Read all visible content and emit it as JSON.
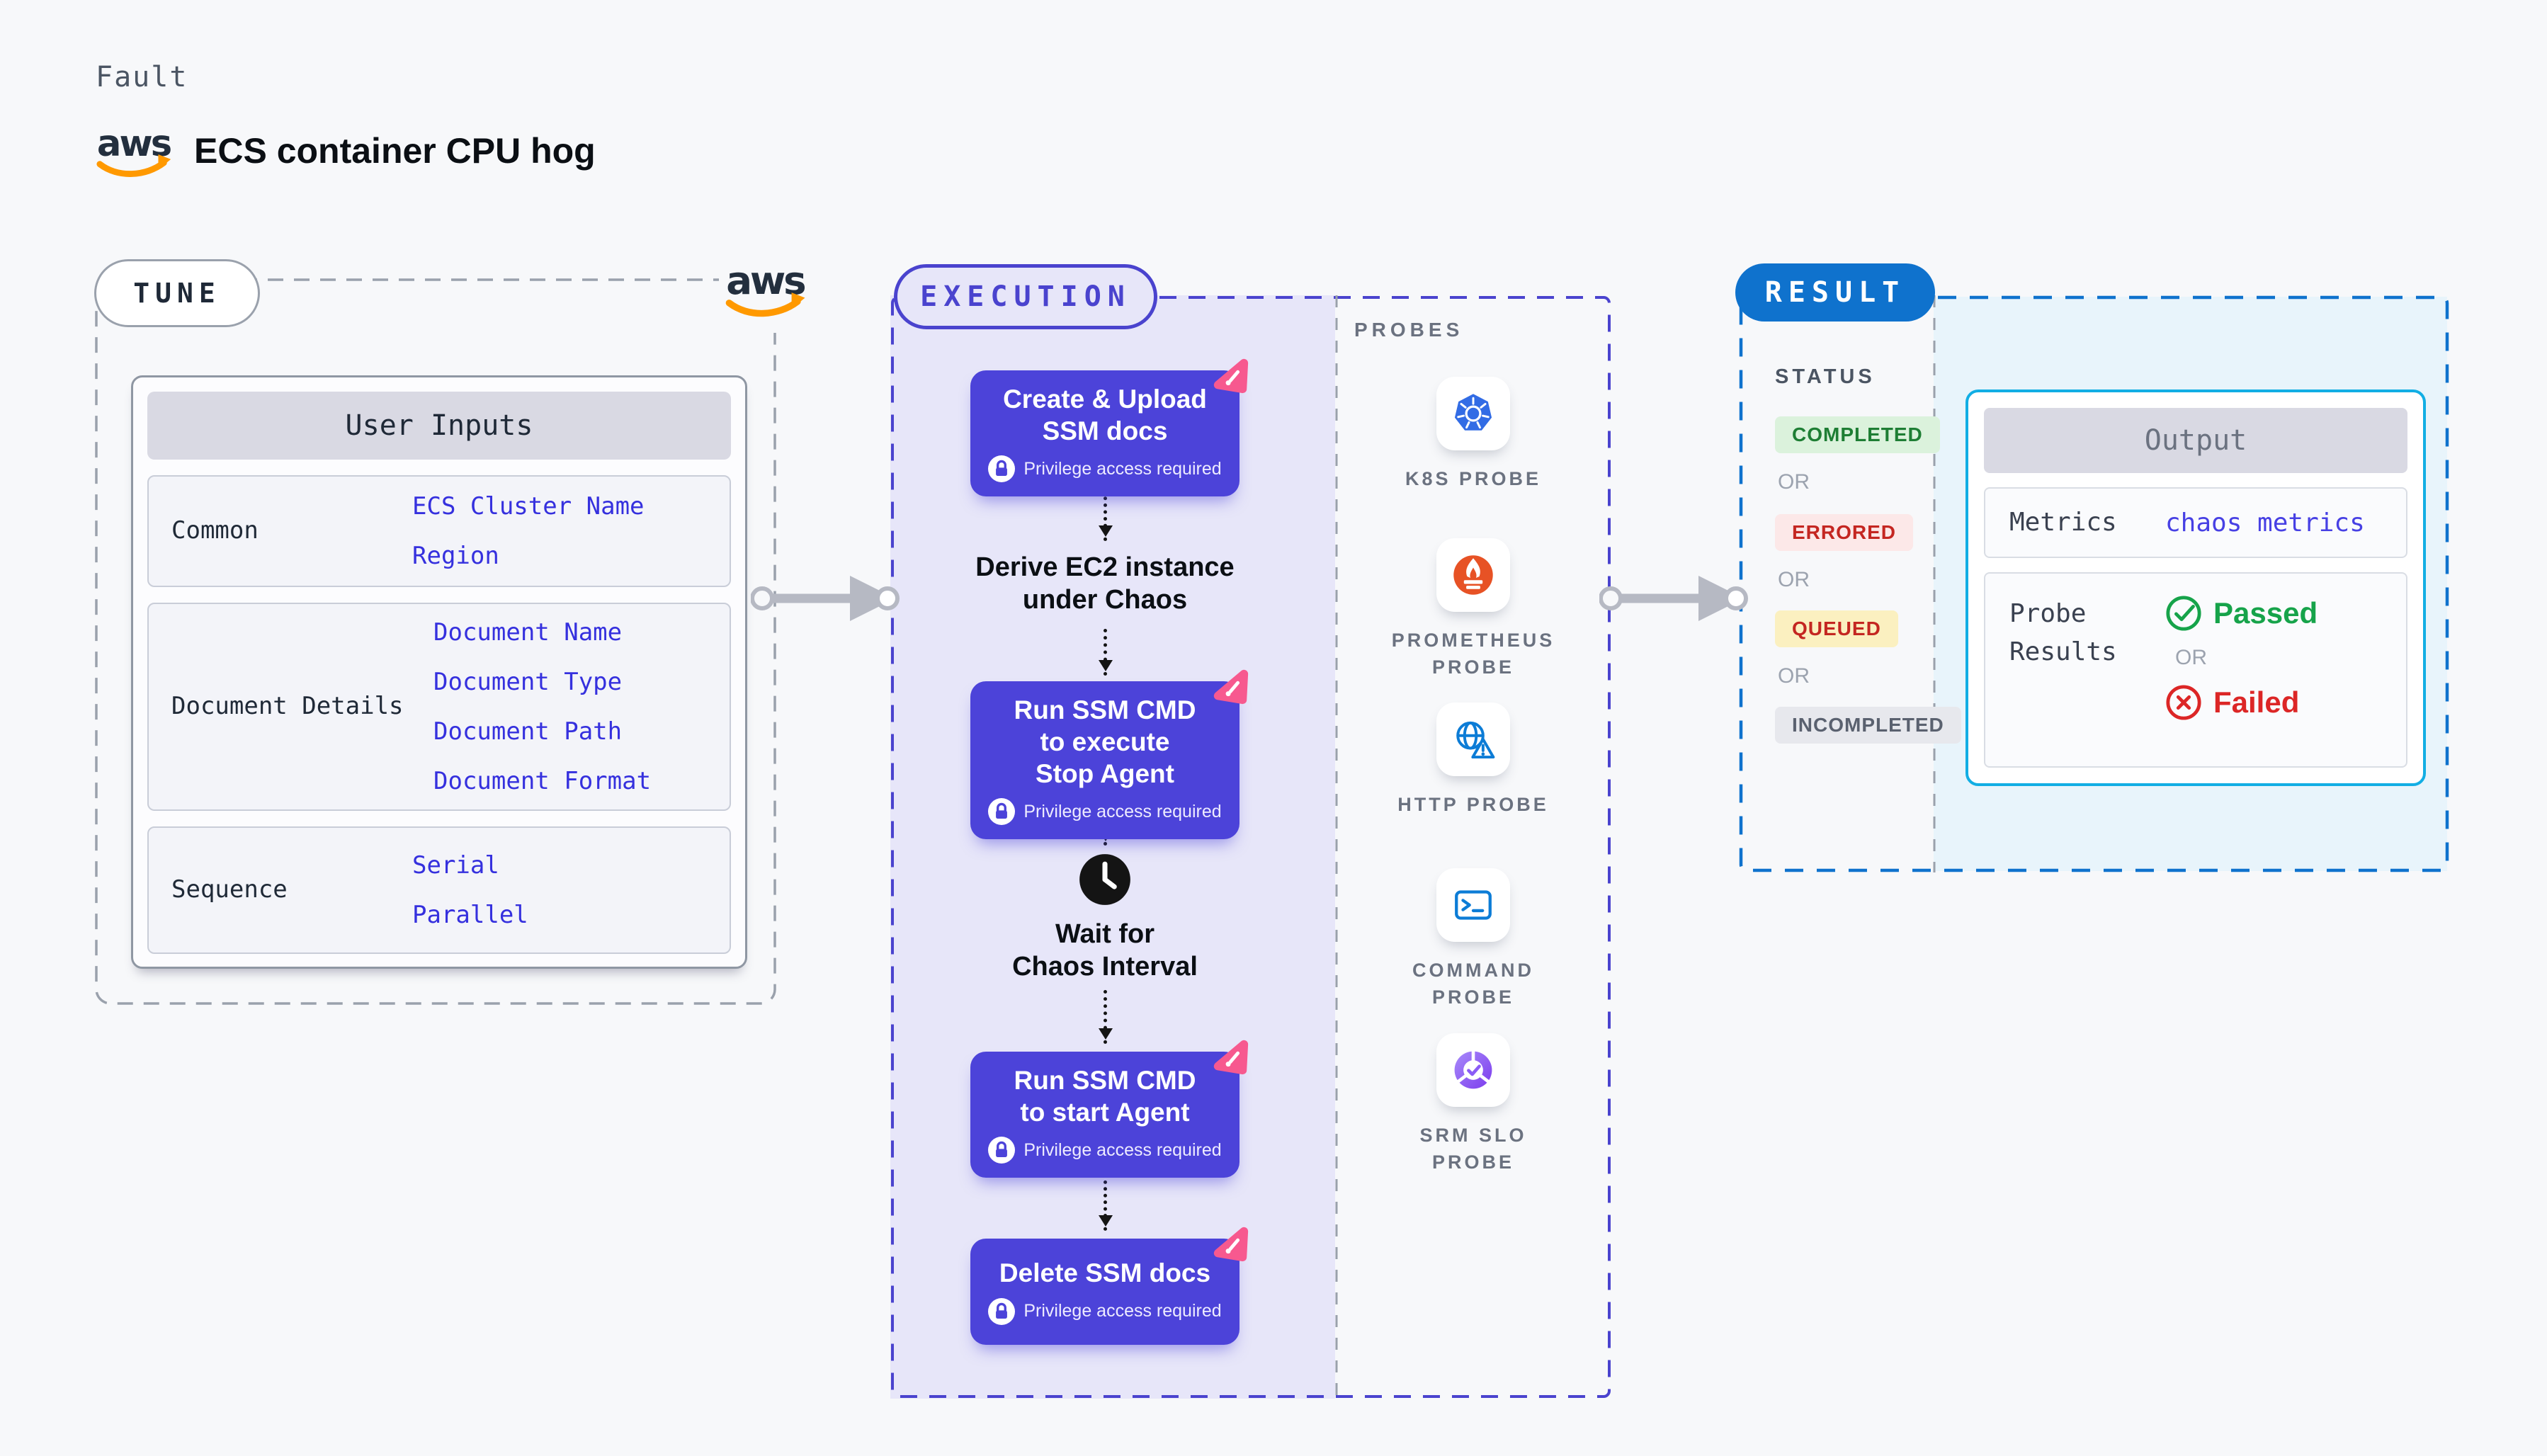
{
  "page": {
    "kicker": "Fault",
    "title": "ECS container CPU hog"
  },
  "aws": {
    "logo_text": "aws"
  },
  "tune": {
    "label": "TUNE",
    "table": {
      "header": "User Inputs",
      "rows": [
        {
          "label": "Common",
          "values": [
            "ECS Cluster Name",
            "Region"
          ]
        },
        {
          "label": "Document Details",
          "values": [
            "Document Name",
            "Document Type",
            "Document Path",
            "Document Format"
          ]
        },
        {
          "label": "Sequence",
          "values": [
            "Serial",
            "Parallel"
          ]
        }
      ]
    }
  },
  "execution": {
    "label": "EXECUTION",
    "privilege_note": "Privilege access required",
    "steps": [
      {
        "kind": "action",
        "title": "Create & Upload SSM docs"
      },
      {
        "kind": "label",
        "title": "Derive EC2 instance under Chaos"
      },
      {
        "kind": "action",
        "title": "Run SSM CMD to execute Stop Agent"
      },
      {
        "kind": "wait",
        "title": "Wait for Chaos Interval"
      },
      {
        "kind": "action",
        "title": "Run SSM CMD to start Agent"
      },
      {
        "kind": "action",
        "title": "Delete SSM docs"
      }
    ]
  },
  "probes": {
    "label": "PROBES",
    "items": [
      {
        "name": "K8S PROBE",
        "icon": "kubernetes-icon"
      },
      {
        "name": "PROMETHEUS PROBE",
        "icon": "prometheus-icon"
      },
      {
        "name": "HTTP PROBE",
        "icon": "http-globe-icon"
      },
      {
        "name": "COMMAND PROBE",
        "icon": "command-terminal-icon"
      },
      {
        "name": "SRM SLO PROBE",
        "icon": "srm-slo-icon"
      }
    ]
  },
  "result": {
    "label": "RESULT",
    "status_heading": "STATUS",
    "or_label": "OR",
    "statuses": [
      {
        "text": "COMPLETED",
        "bg": "#DBF2DC",
        "color": "#1E7E34"
      },
      {
        "text": "ERRORED",
        "bg": "#FCE8E8",
        "color": "#C42621"
      },
      {
        "text": "QUEUED",
        "bg": "#FBF0C0",
        "color": "#C42621"
      },
      {
        "text": "INCOMPLETED",
        "bg": "#E7E8ED",
        "color": "#5A616F"
      }
    ],
    "output": {
      "header": "Output",
      "metrics_label": "Metrics",
      "metrics_link": "chaos metrics",
      "probe_results_label": "Probe Results",
      "passed_label": "Passed",
      "failed_label": "Failed"
    }
  },
  "colors": {
    "page_bg": "#F7F8FA",
    "tune_dash": "#9AA1AC",
    "execution_accent": "#4A43CE",
    "execution_fill": "#E7E6F9",
    "step_bg": "#4C43D9",
    "chaos_pink": "#F7598F",
    "link_blue": "#3530DE",
    "metrics_link_blue": "#4740E4",
    "result_blue": "#0F72CD",
    "result_fill": "#E8F4FB",
    "output_border_cyan": "#12AEE4",
    "passed_green": "#16A34A",
    "failed_red": "#DC2626",
    "arrow_gray": "#B6B9C3",
    "k8s_blue": "#326CE5",
    "prometheus_orange": "#E75225",
    "http_blue": "#0C7CD6",
    "srm_purple": "#8B5CF6",
    "aws_navy": "#232F3E",
    "aws_orange": "#FF9900"
  }
}
